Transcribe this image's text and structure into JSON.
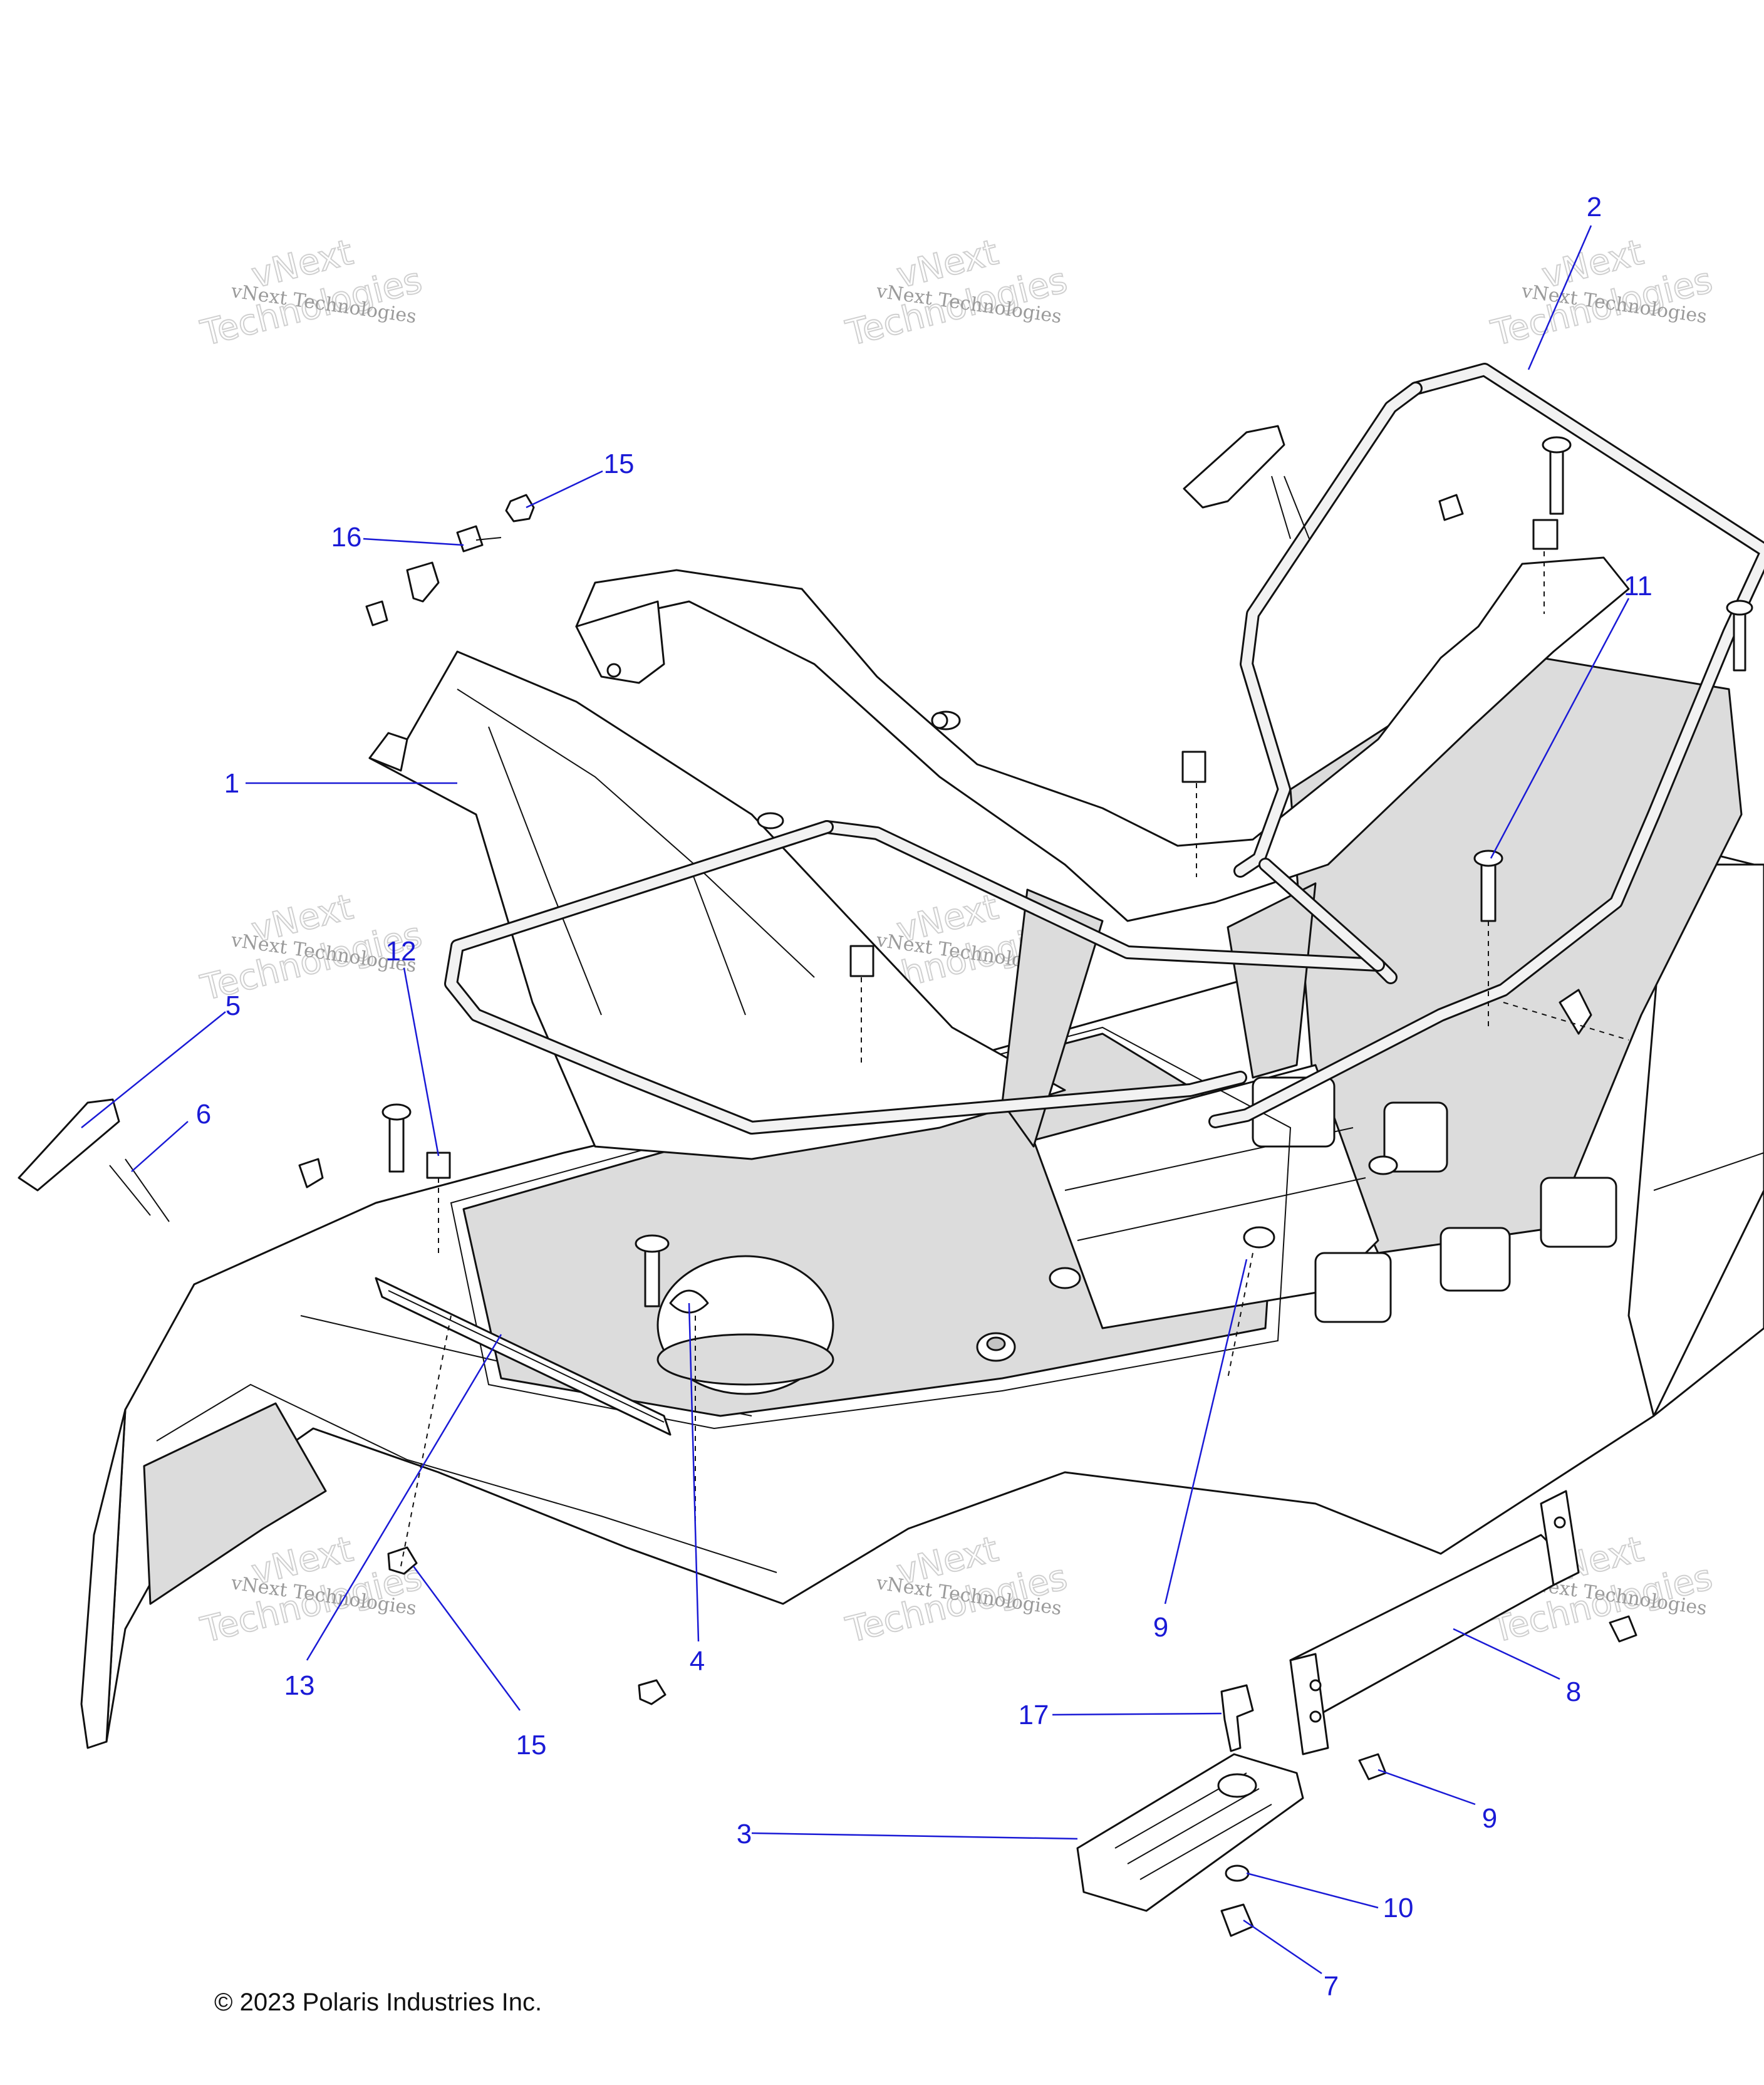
{
  "diagram": {
    "callouts": [
      {
        "label": "1"
      },
      {
        "label": "2"
      },
      {
        "label": "3"
      },
      {
        "label": "4"
      },
      {
        "label": "5"
      },
      {
        "label": "6"
      },
      {
        "label": "7"
      },
      {
        "label": "8"
      },
      {
        "label": "9"
      },
      {
        "label": "9"
      },
      {
        "label": "10"
      },
      {
        "label": "11"
      },
      {
        "label": "12"
      },
      {
        "label": "13"
      },
      {
        "label": "15"
      },
      {
        "label": "15"
      },
      {
        "label": "16"
      },
      {
        "label": "17"
      }
    ],
    "callout_color": "#1a1ad6",
    "watermark": {
      "line1": "vNext Technologies",
      "line2": "vNext",
      "line3": "Technologies"
    },
    "copyright": "© 2023 Polaris Industries Inc."
  }
}
